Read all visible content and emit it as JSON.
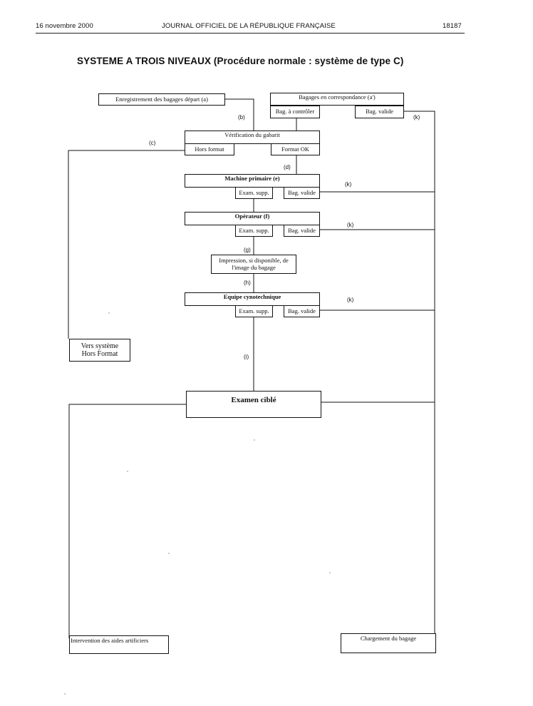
{
  "header": {
    "date": "16 novembre 2000",
    "journal": "JOURNAL OFFICIEL DE LA RÉPUBLIQUE FRANÇAISE",
    "page": "18187"
  },
  "title": "SYSTEME  A TROIS NIVEAUX (Procédure normale : système de type C)",
  "nodes": {
    "enregistrement": "Enregistrement des bagages départ (a)",
    "correspondance": "Bagages en correspondance (a')",
    "bag_a_controler": "Bag. à contrôler",
    "bag_valide_1": "Bag. valide",
    "verification": "Vérification du gabarit",
    "hors_format": "Hors format",
    "format_ok": "Format OK",
    "machine_primaire": "Machine primaire (e)",
    "exam_supp_1": "Exam. supp.",
    "bag_valide_2": "Bag. valide",
    "operateur": "Opérateur (f)",
    "exam_supp_2": "Exam. supp.",
    "bag_valide_3": "Bag. valide",
    "impression_1": "Impression, si disponible, de",
    "impression_2": "l'image du bagage",
    "equipe": "Equipe cynotechnique",
    "exam_supp_3": "Exam. supp.",
    "bag_valide_4": "Bag. valide",
    "vers_systeme_1": "Vers système",
    "vers_systeme_2": "Hors Format",
    "examen_cible": "Examen ciblé",
    "intervention": "Intervention des aides artificiers",
    "chargement": "Chargement du bagage"
  },
  "tags": {
    "b": "(b)",
    "c": "(c)",
    "d": "(d)",
    "g": "(g)",
    "h": "(h)",
    "i": "(i)",
    "k1": "(k)",
    "k2": "(k)",
    "k3": "(k)",
    "k4": "(k)"
  }
}
